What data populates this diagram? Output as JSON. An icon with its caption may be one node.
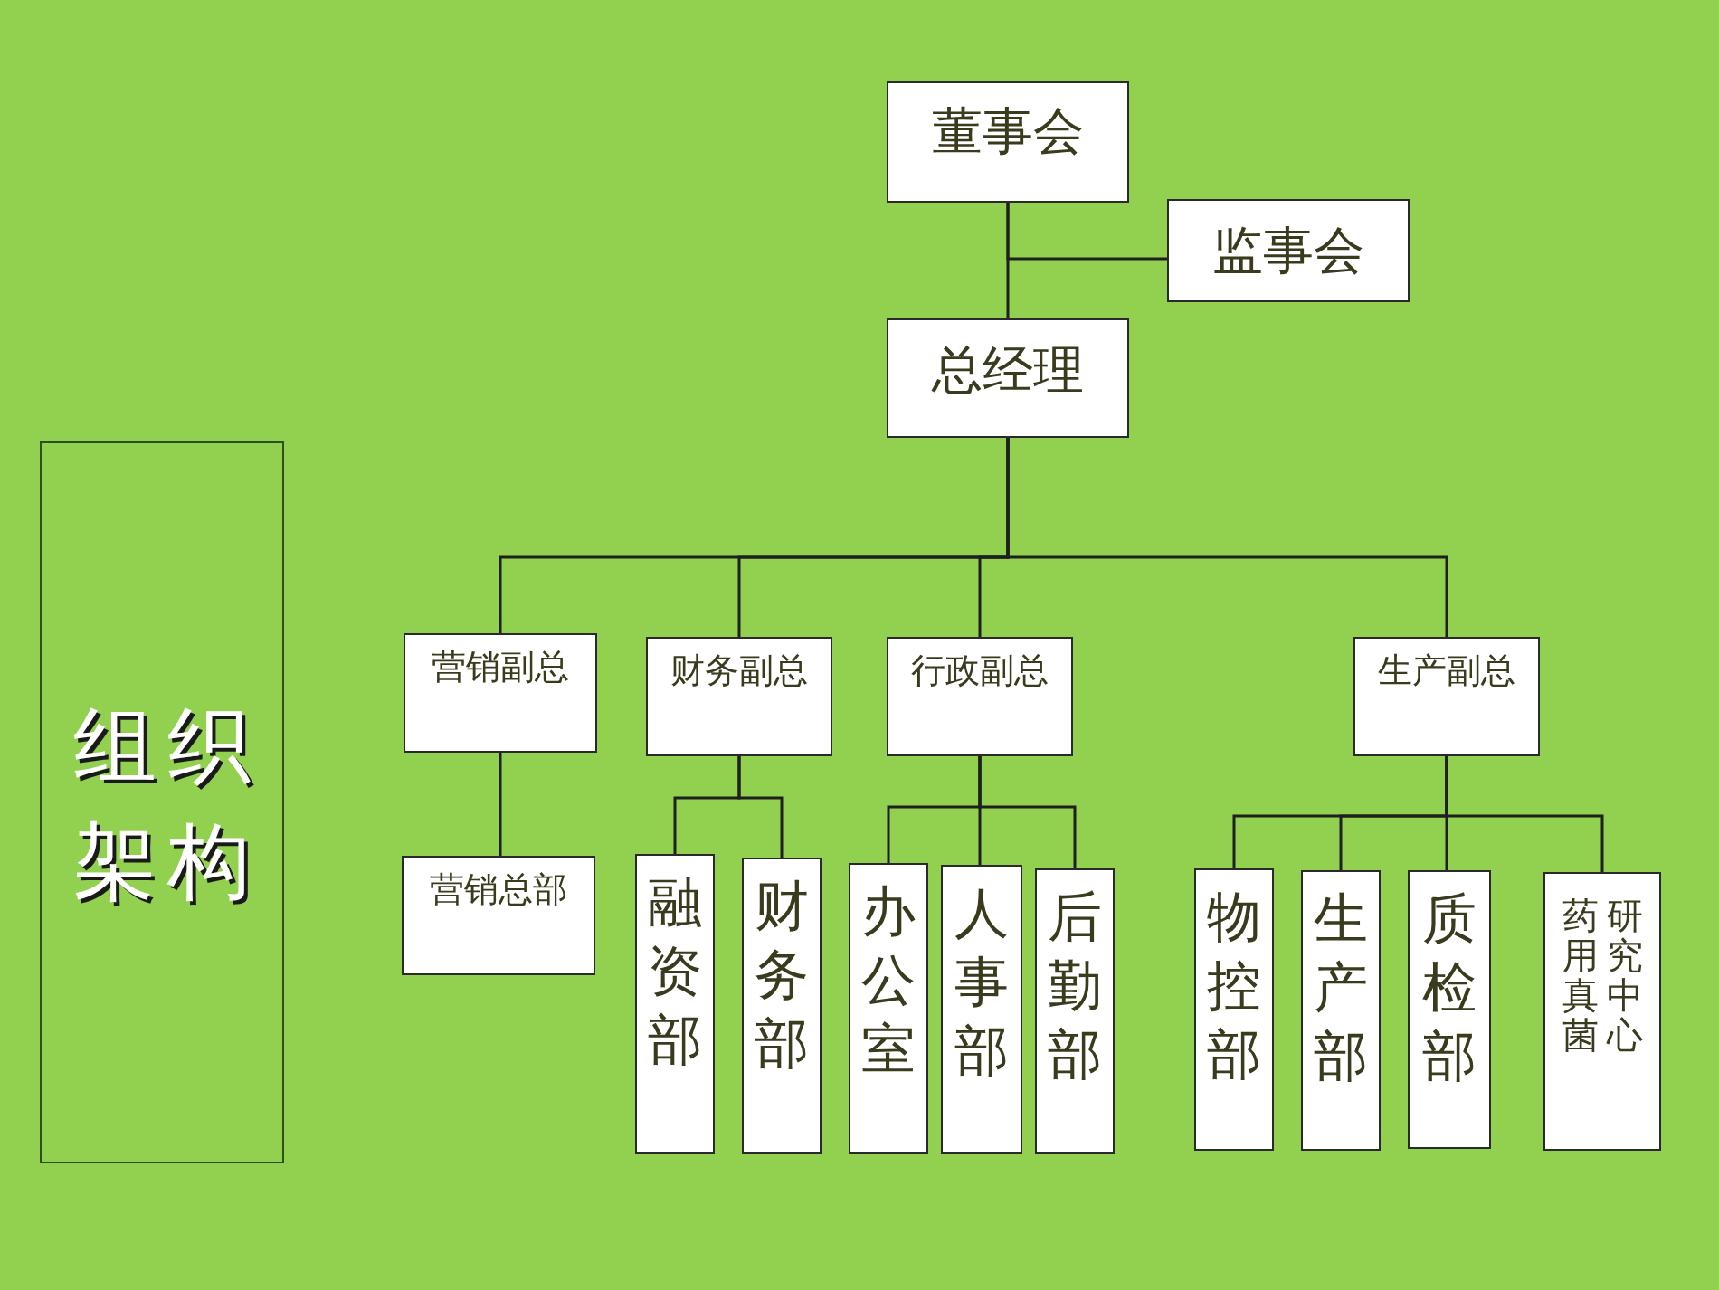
{
  "diagram": {
    "nodes": [
      {
        "text": [
          "董事会"
        ]
      },
      {
        "text": [
          "监事会"
        ]
      },
      {
        "text": [
          "总经理"
        ]
      },
      {
        "text": [
          "营销副总"
        ]
      },
      {
        "text": [
          "财务副总"
        ]
      },
      {
        "text": [
          "行政副总"
        ]
      },
      {
        "text": [
          "生产副总"
        ]
      },
      {
        "text": [
          "营销总部"
        ]
      },
      {
        "text": [
          "融资部"
        ]
      },
      {
        "text": [
          "财务部"
        ]
      },
      {
        "text": [
          "办公室"
        ]
      },
      {
        "text": [
          "人事部"
        ]
      },
      {
        "text": [
          "后勤部"
        ]
      },
      {
        "text": [
          "物控部"
        ]
      },
      {
        "text": [
          "生产部"
        ]
      },
      {
        "text": [
          "质检部"
        ]
      },
      {
        "text": [
          "药用真菌研究中心"
        ]
      },
      {
        "text": [
          "组织架构"
        ]
      }
    ],
    "edges": [
      {
        "from": 0,
        "to": 2,
        "arrow": "none"
      },
      {
        "from": 0,
        "to": 1,
        "arrow": "none"
      },
      {
        "from": 2,
        "to": 3,
        "arrow": "none"
      },
      {
        "from": 2,
        "to": 4,
        "arrow": "none"
      },
      {
        "from": 2,
        "to": 5,
        "arrow": "none"
      },
      {
        "from": 2,
        "to": 6,
        "arrow": "none"
      },
      {
        "from": 3,
        "to": 7,
        "arrow": "none"
      },
      {
        "from": 4,
        "to": 8,
        "arrow": "none"
      },
      {
        "from": 4,
        "to": 9,
        "arrow": "none"
      },
      {
        "from": 5,
        "to": 10,
        "arrow": "none"
      },
      {
        "from": 5,
        "to": 11,
        "arrow": "none"
      },
      {
        "from": 5,
        "to": 12,
        "arrow": "none"
      },
      {
        "from": 6,
        "to": 13,
        "arrow": "none"
      },
      {
        "from": 6,
        "to": 14,
        "arrow": "none"
      },
      {
        "from": 6,
        "to": 15,
        "arrow": "none"
      },
      {
        "from": 6,
        "to": 16,
        "arrow": "none"
      }
    ]
  }
}
